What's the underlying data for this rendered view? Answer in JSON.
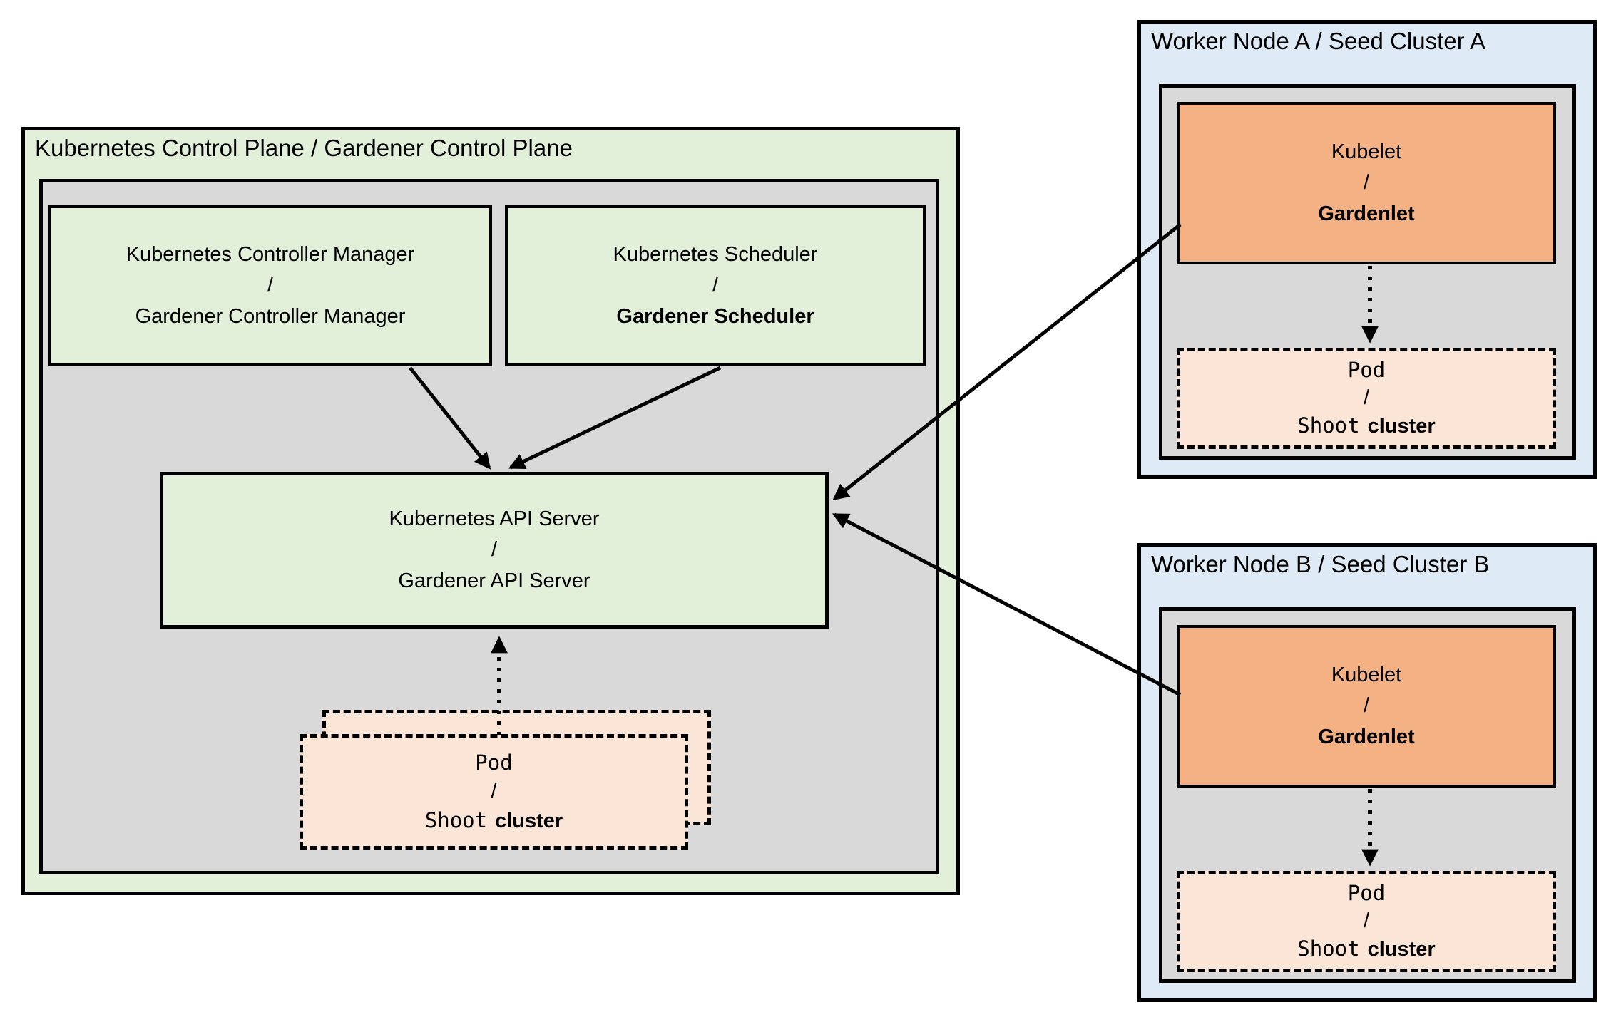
{
  "colors": {
    "light_green": "#e2efd9",
    "light_gray": "#d9d9d9",
    "orange": "#f4b183",
    "peach": "#fbe5d6",
    "light_blue": "#deebf7",
    "line": "#000000"
  },
  "control_plane": {
    "title": "Kubernetes Control Plane / Gardener Control Plane",
    "controller_manager": {
      "top": "Kubernetes Controller Manager",
      "sep": "/",
      "bottom": "Gardener Controller Manager"
    },
    "scheduler": {
      "top": "Kubernetes Scheduler",
      "sep": "/",
      "bottom": "Gardener Scheduler"
    },
    "api_server": {
      "top": "Kubernetes API Server",
      "sep": "/",
      "bottom": "Gardener API Server"
    },
    "pod_stack": {
      "top": "Pod",
      "sep": "/",
      "bottom_mono": "Shoot",
      "bottom_sans": "cluster"
    }
  },
  "worker_node_a": {
    "title": "Worker Node A / Seed Cluster A",
    "kubelet": {
      "top": "Kubelet",
      "sep": "/",
      "bottom": "Gardenlet"
    },
    "pod": {
      "top": "Pod",
      "sep": "/",
      "bottom_mono": "Shoot",
      "bottom_sans": "cluster"
    }
  },
  "worker_node_b": {
    "title": "Worker Node B / Seed Cluster B",
    "kubelet": {
      "top": "Kubelet",
      "sep": "/",
      "bottom": "Gardenlet"
    },
    "pod": {
      "top": "Pod",
      "sep": "/",
      "bottom_mono": "Shoot",
      "bottom_sans": "cluster"
    }
  }
}
